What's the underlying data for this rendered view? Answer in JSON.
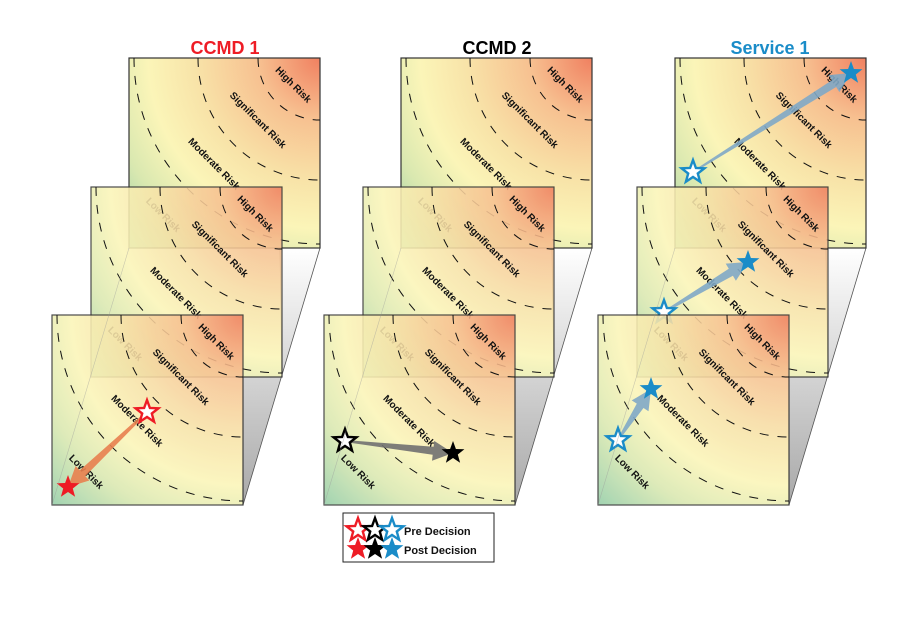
{
  "groups": [
    {
      "title": "CCMD 1",
      "color": "#ee1c25",
      "arrow_color": "#e8804f"
    },
    {
      "title": "CCMD 2",
      "color": "#000000",
      "arrow_color": "#707070"
    },
    {
      "title": "Service 1",
      "color": "#1a8cc8",
      "arrow_color": "#7fa8c6"
    }
  ],
  "risk_levels": [
    "High Risk",
    "Significant Risk",
    "Moderate Risk",
    "Low Risk"
  ],
  "legend": {
    "pre_label": "Pre Decision",
    "post_label": "Post Decision",
    "colors": [
      "#ee1c25",
      "#000000",
      "#1a8cc8"
    ]
  }
}
